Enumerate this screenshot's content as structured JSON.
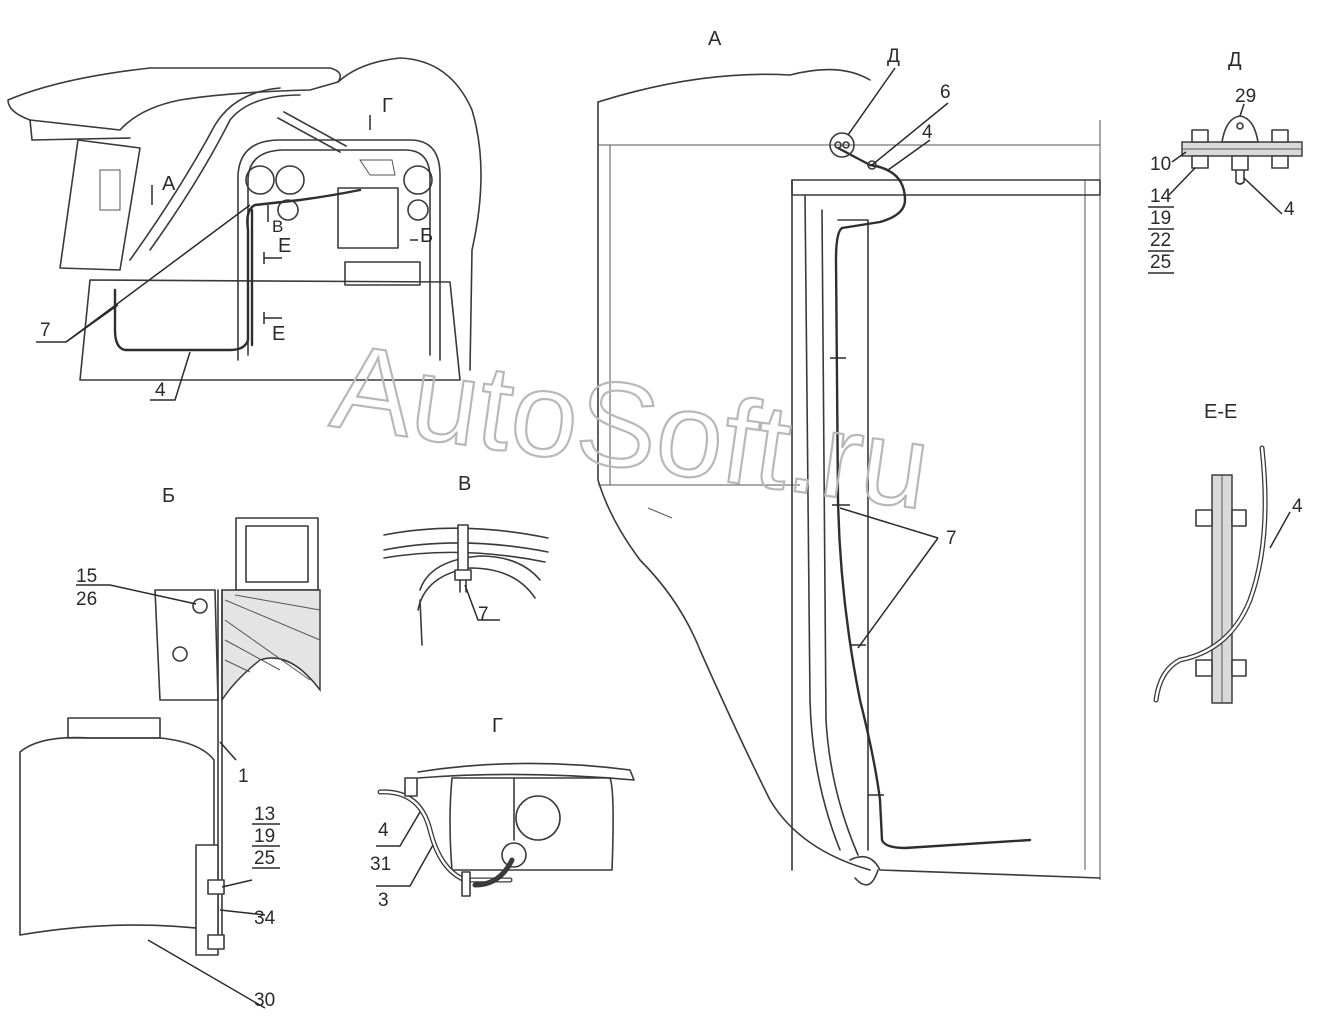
{
  "watermark": "AutoSoft.ru",
  "views": {
    "main_title": "",
    "view_a": "А",
    "view_b": "Б",
    "view_v": "В",
    "view_g": "Г",
    "view_d": "Д",
    "view_ee": "Е-Е"
  },
  "overview_marks": {
    "a": "А",
    "g": "Г",
    "v": "В",
    "e1": "Е",
    "e2": "Е",
    "b": "Б"
  },
  "callouts": {
    "overview": {
      "p7": "7",
      "p4": "4"
    },
    "view_a": {
      "d": "Д",
      "p6": "6",
      "p4": "4",
      "p7": "7"
    },
    "view_d": {
      "p29": "29",
      "p10": "10",
      "p14": "14",
      "p19": "19",
      "p22": "22",
      "p25": "25",
      "p4": "4"
    },
    "view_ee": {
      "p4": "4"
    },
    "view_b": {
      "p15": "15",
      "p26": "26",
      "p1": "1",
      "p13": "13",
      "p19": "19",
      "p25": "25",
      "p34": "34",
      "p30": "30"
    },
    "view_v": {
      "p7": "7"
    },
    "view_g": {
      "p4": "4",
      "p31": "31",
      "p3": "3"
    }
  }
}
